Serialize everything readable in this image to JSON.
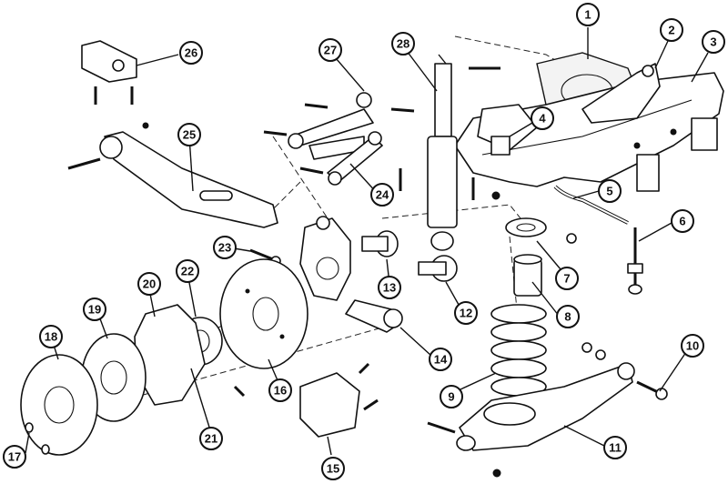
{
  "diagram": {
    "callouts": [
      {
        "label": "1"
      },
      {
        "label": "2"
      },
      {
        "label": "3"
      },
      {
        "label": "4"
      },
      {
        "label": "5"
      },
      {
        "label": "6"
      },
      {
        "label": "7"
      },
      {
        "label": "8"
      },
      {
        "label": "9"
      },
      {
        "label": "10"
      },
      {
        "label": "11"
      },
      {
        "label": "12"
      },
      {
        "label": "13"
      },
      {
        "label": "14"
      },
      {
        "label": "15"
      },
      {
        "label": "16"
      },
      {
        "label": "17"
      },
      {
        "label": "18"
      },
      {
        "label": "19"
      },
      {
        "label": "20"
      },
      {
        "label": "21"
      },
      {
        "label": "22"
      },
      {
        "label": "23"
      },
      {
        "label": "24"
      },
      {
        "label": "25"
      },
      {
        "label": "26"
      },
      {
        "label": "27"
      },
      {
        "label": "28"
      }
    ]
  },
  "colors": {
    "ink": "#111111",
    "paper": "#ffffff"
  }
}
